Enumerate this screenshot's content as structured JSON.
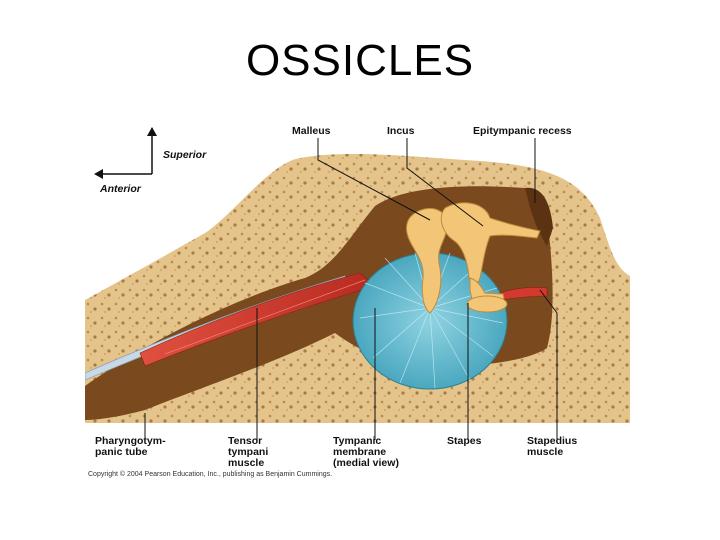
{
  "slide": {
    "title": "OSSICLES"
  },
  "figure": {
    "orientation": {
      "superior": "Superior",
      "anterior": "Anterior"
    },
    "labels": {
      "malleus": "Malleus",
      "incus": "Incus",
      "epitympanic_recess": "Epitympanic recess",
      "pharyngotympanic_tube": [
        "Pharyngotym-",
        "panic tube"
      ],
      "tensor_tympani": [
        "Tensor",
        "tympani",
        "muscle"
      ],
      "tympanic_membrane": [
        "Tympanic",
        "membrane",
        "(medial view)"
      ],
      "stapes": "Stapes",
      "stapedius": [
        "Stapedius",
        "muscle"
      ]
    },
    "copyright": "Copyright © 2004 Pearson Education, Inc., publishing as Benjamin Cummings.",
    "colors": {
      "bone": "#e4c48b",
      "bone_dark": "#b98a4f",
      "cavity": "#7a4a1e",
      "membrane": "#5bb6cc",
      "ossicle": "#f3c577",
      "muscle": "#c93a2c",
      "tube": "#c9d8e6"
    }
  }
}
